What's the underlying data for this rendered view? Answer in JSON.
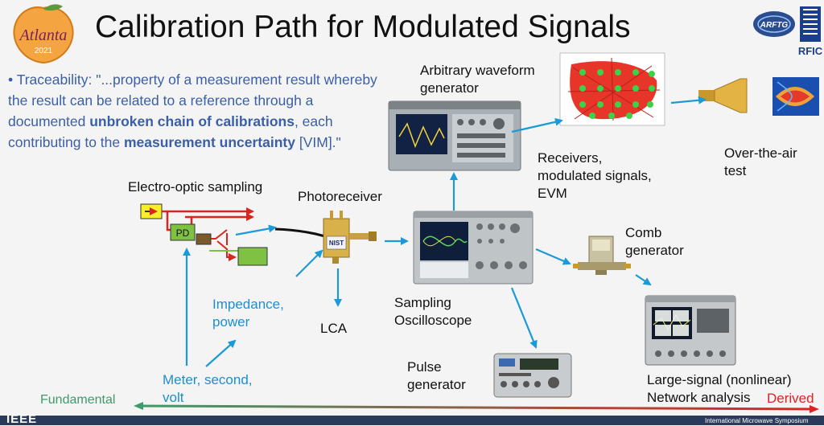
{
  "slide": {
    "title": "Calibration Path for Modulated Signals",
    "bullet": {
      "part1": "Traceability: \"...property of a measurement result whereby the result can be related to a reference through a documented ",
      "bold1": "unbroken chain of calibrations",
      "part2": ", each contributing to the ",
      "bold2": "measurement uncertainty",
      "part3": " [VIM].\""
    },
    "logos": {
      "conference_year": "2021",
      "conference_city": "Atlanta",
      "org1": "ARFTG",
      "org2": "RFIC"
    }
  },
  "labels": {
    "eo_sampling": "Electro-optic sampling",
    "pd": "PD",
    "photoreceiver": "Photoreceiver",
    "nist_badge": "NIST",
    "impedance_line1": "Impedance,",
    "impedance_line2": "power",
    "lca": "LCA",
    "meter_line1": "Meter, second,",
    "meter_line2": "volt",
    "awg_line1": "Arbitrary waveform",
    "awg_line2": "generator",
    "receivers_line1": "Receivers,",
    "receivers_line2": "modulated signals,",
    "receivers_line3": "EVM",
    "ota_line1": "Over-the-air",
    "ota_line2": "test",
    "scope_line1": "Sampling",
    "scope_line2": "Oscilloscope",
    "comb_line1": "Comb",
    "comb_line2": "generator",
    "pulse_line1": "Pulse",
    "pulse_line2": "generator",
    "lsna_line1": "Large-signal (nonlinear)",
    "lsna_line2": "Network analysis"
  },
  "footer": {
    "fundamental": "Fundamental",
    "derived": "Derived",
    "ieee": "IEEE",
    "ims": "International Microwave Symposium"
  },
  "colors": {
    "arrow_blue": "#1c9ad6",
    "bullet_blue": "#3b5fa6",
    "fundamental_green": "#3e9a6a",
    "derived_red": "#e02222",
    "constellation_red": "#e8352a",
    "constellation_green": "#3bd24a"
  }
}
